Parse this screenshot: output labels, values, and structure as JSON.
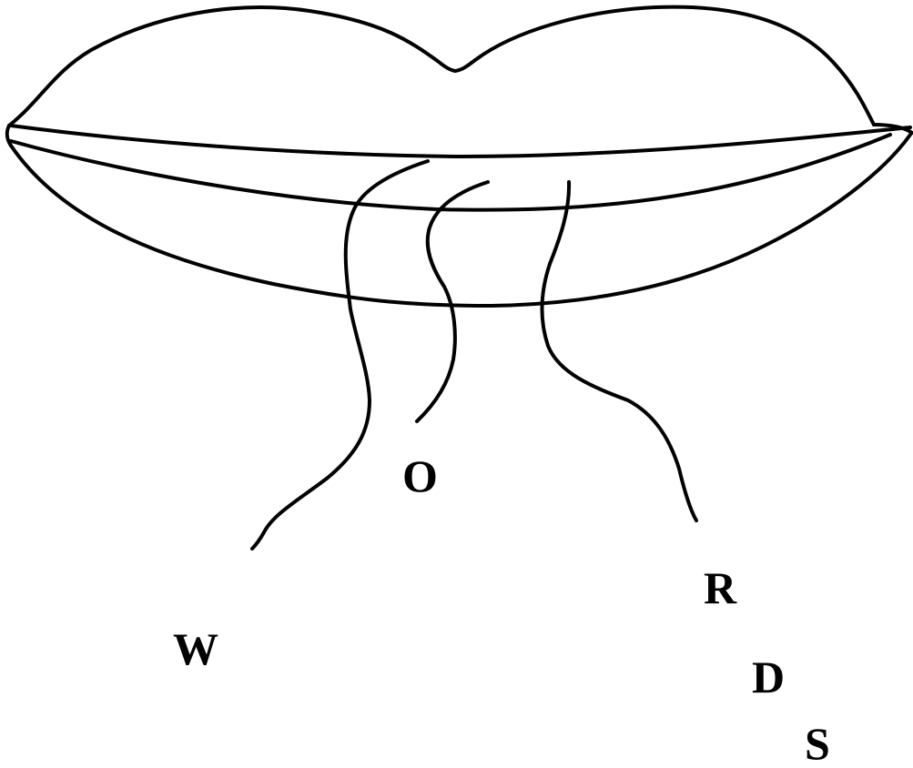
{
  "drawing": {
    "subject": "lips-icon",
    "stroke_color": "#000000",
    "background_color": "#ffffff"
  },
  "letters": {
    "w": "W",
    "o": "O",
    "r": "R",
    "d": "D",
    "s": "S"
  }
}
